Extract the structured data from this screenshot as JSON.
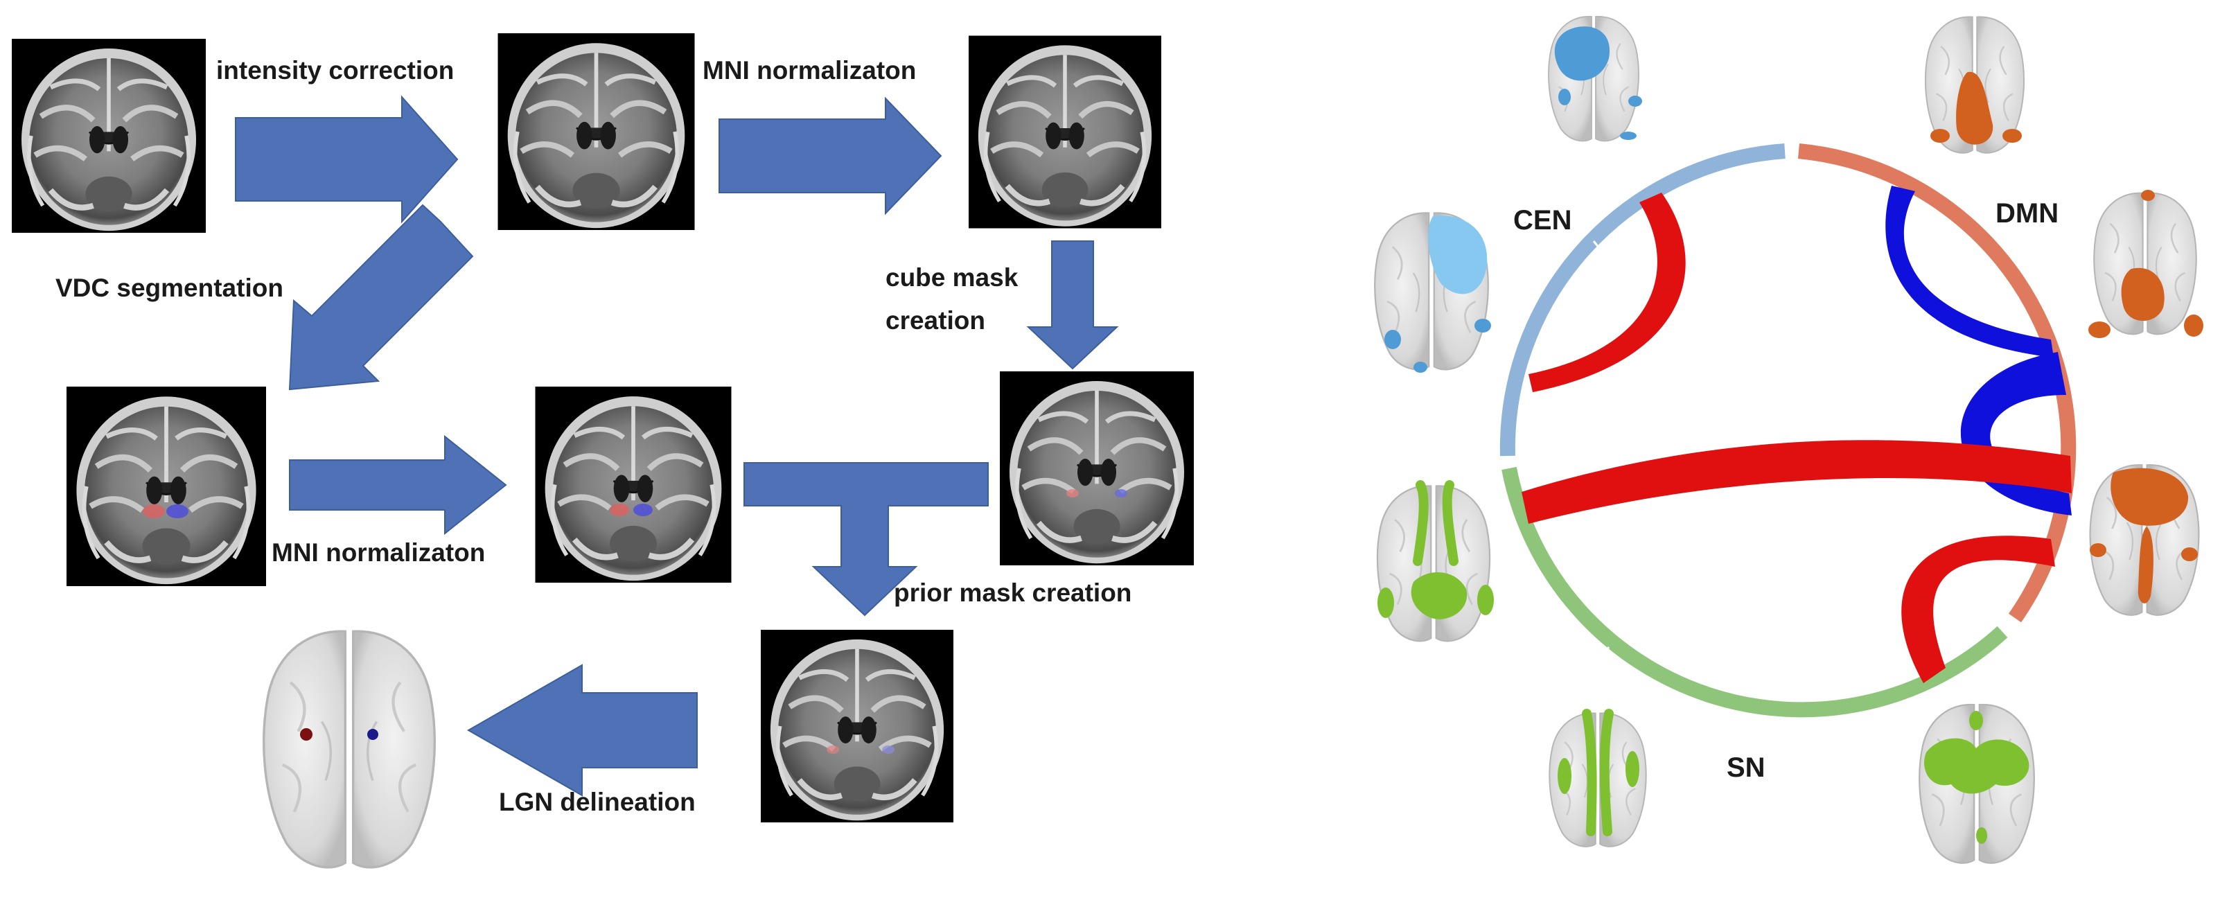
{
  "pipeline": {
    "steps": {
      "intensity_correction": "intensity correction",
      "mni_normalization_top": "MNI normalizaton",
      "vdc_segmentation": "VDC segmentation",
      "cube_mask_creation": "cube mask\ncreation",
      "mni_normalization_mid": "MNI normalizaton",
      "prior_mask_creation": "prior mask creation",
      "lgn_delineation": "LGN delineation"
    },
    "colors": {
      "arrow": "#4e72b5",
      "arrow_edge": "#3d5e9c"
    }
  },
  "network": {
    "labels": {
      "cen": "CEN",
      "dmn": "DMN",
      "sn": "SN"
    },
    "colors": {
      "cen": "#8fb3d9",
      "dmn": "#e07a5f",
      "sn": "#8fc57a",
      "positive": "#e01010",
      "negative": "#1010dd",
      "cen_blob": "#4f9bd6",
      "dmn_blob": "#d2601f",
      "sn_blob": "#7fc030"
    }
  }
}
